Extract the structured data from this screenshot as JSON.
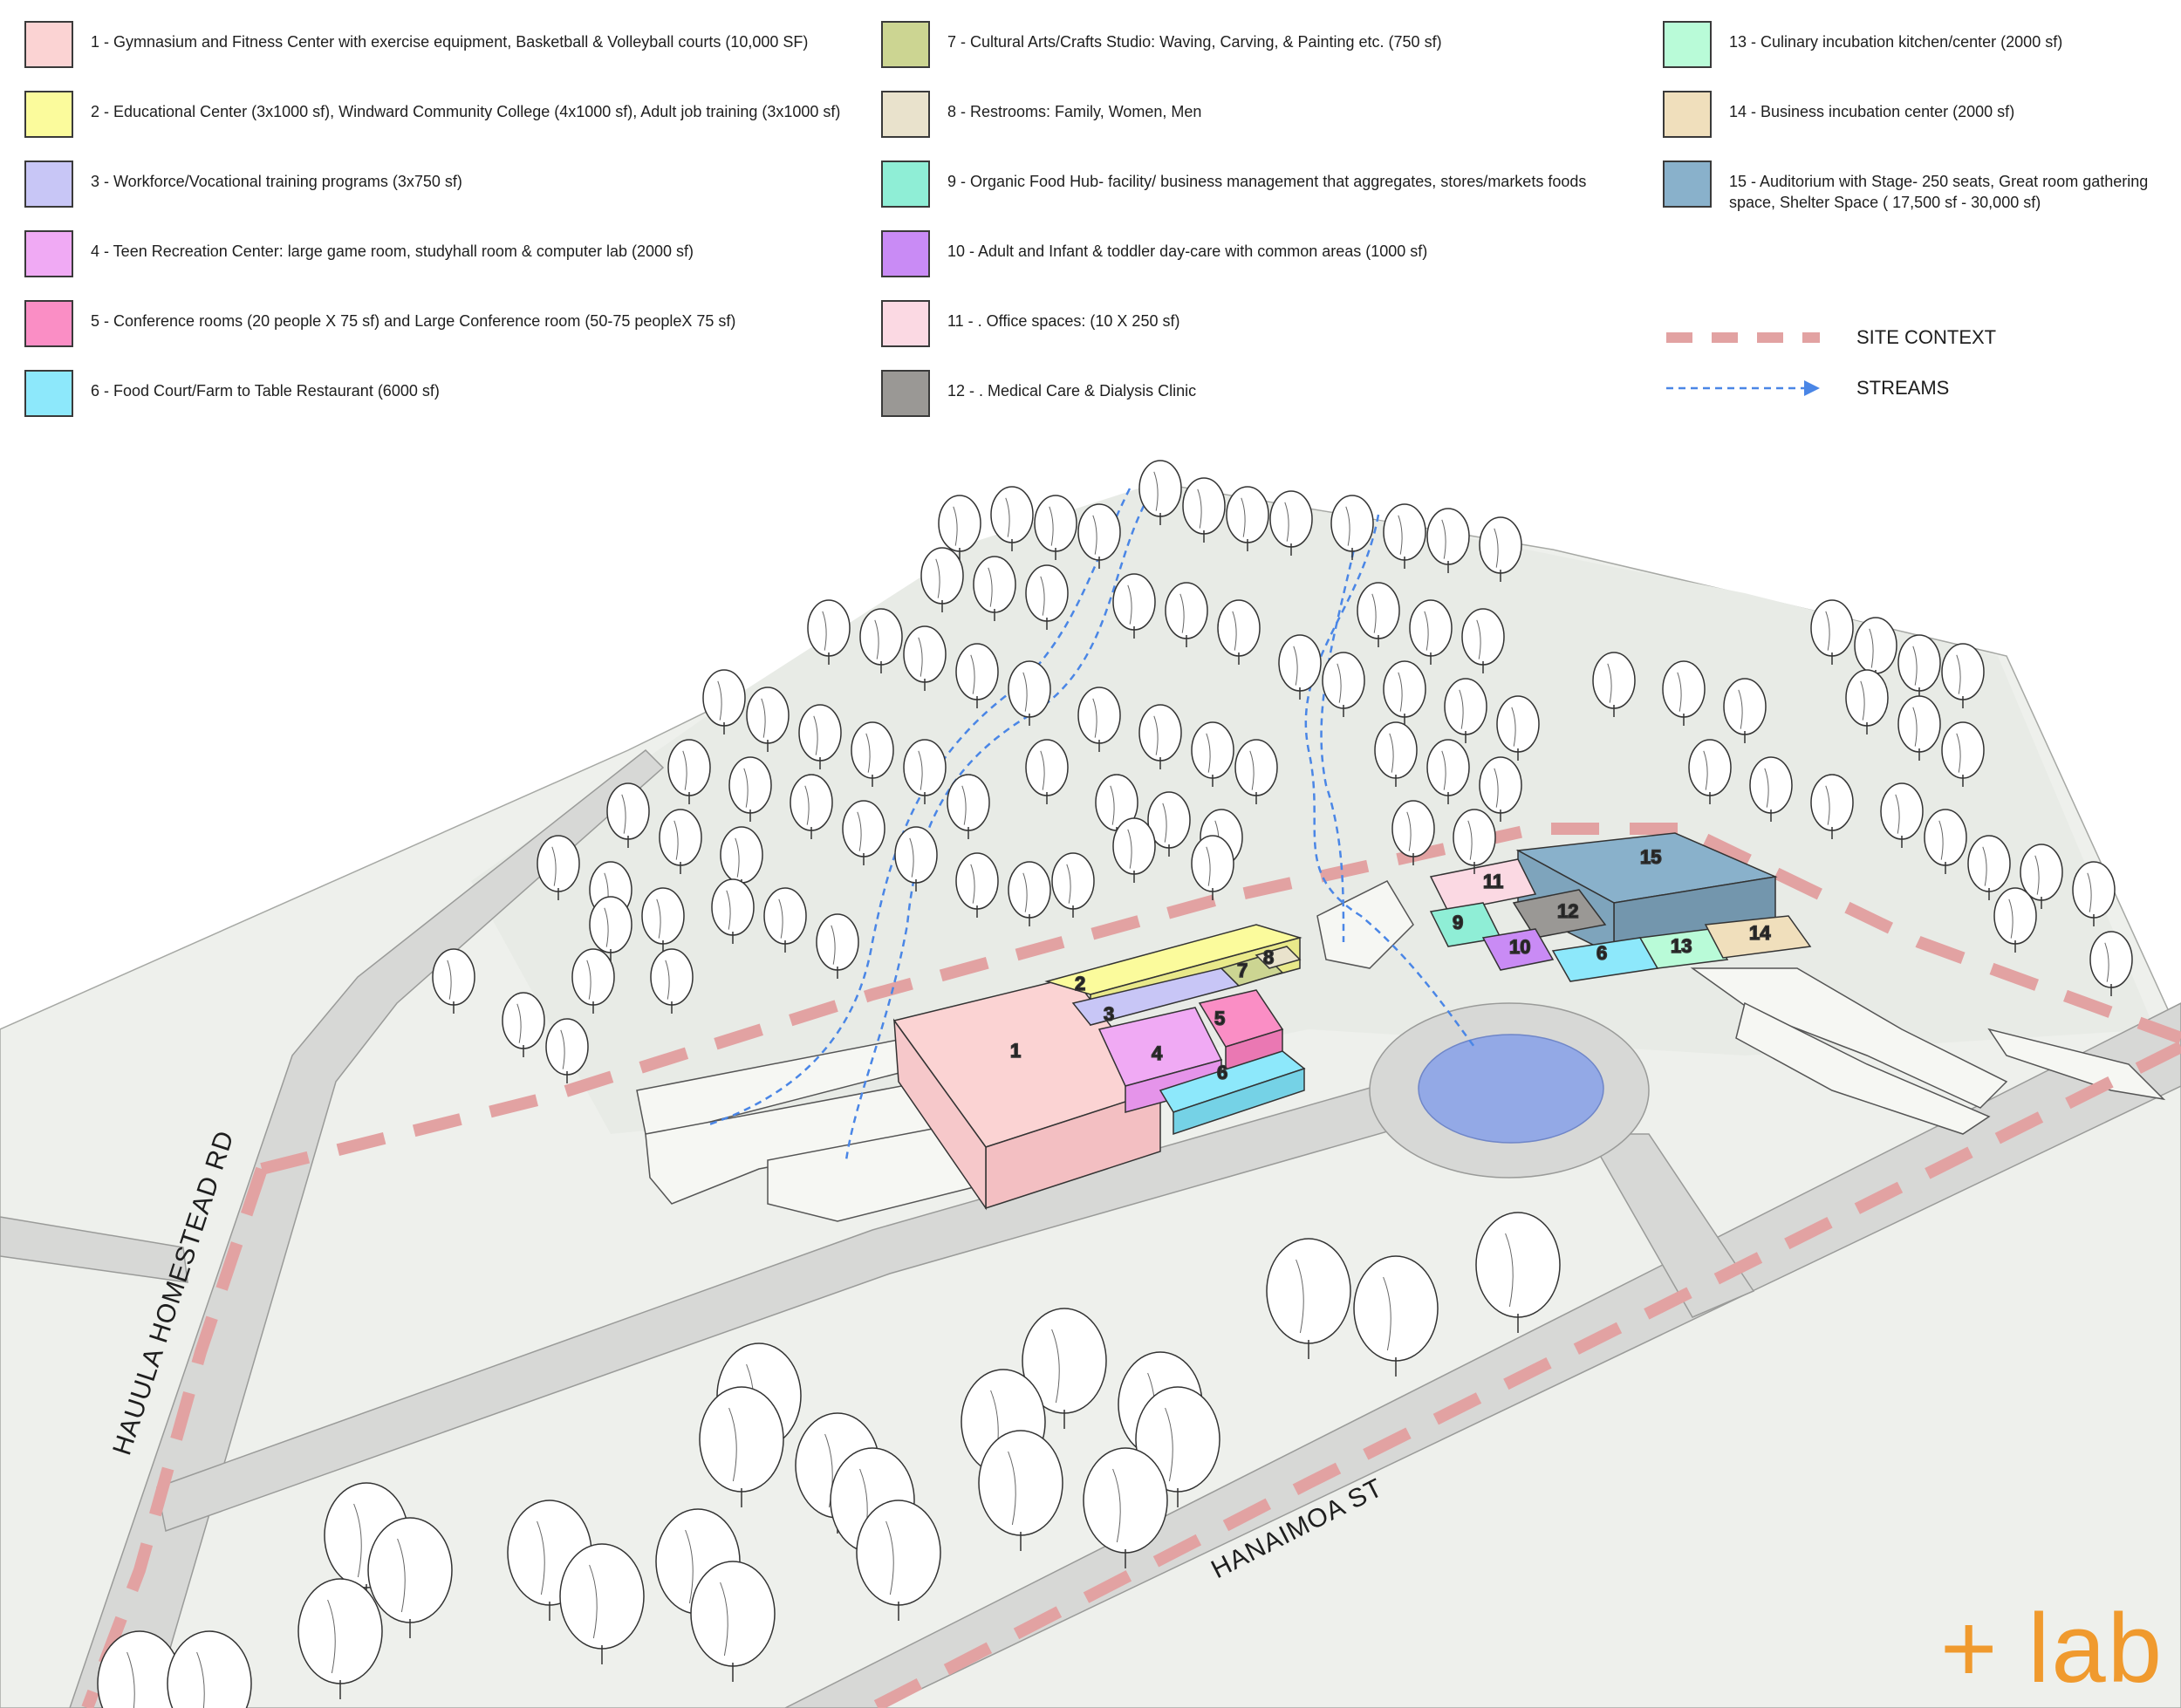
{
  "legend": {
    "items": [
      {
        "num": "1",
        "label": "1 - Gymnasium and Fitness Center with exercise equipment, Basketball & Volleyball courts (10,000 SF)",
        "color": "#fbd3d3"
      },
      {
        "num": "2",
        "label": "2 - Educational Center (3x1000 sf), Windward Community College (4x1000 sf),  Adult job training (3x1000 sf)",
        "color": "#fbfb9c"
      },
      {
        "num": "3",
        "label": "3 - Workforce/Vocational training programs (3x750 sf)",
        "color": "#c8c6f6"
      },
      {
        "num": "4",
        "label": "4 - Teen Recreation Center: large game room, studyhall room & computer lab (2000 sf)",
        "color": "#f0aaf4"
      },
      {
        "num": "5",
        "label": "5 - Conference rooms (20 people X 75 sf) and Large Conference room (50-75 peopleX 75 sf)",
        "color": "#fa8ec5"
      },
      {
        "num": "6",
        "label": "6 - Food Court/Farm to Table Restaurant (6000 sf)",
        "color": "#8de8fb"
      },
      {
        "num": "7",
        "label": "7 - Cultural Arts/Crafts Studio: Waving, Carving, & Painting etc. (750  sf)",
        "color": "#ccd592"
      },
      {
        "num": "8",
        "label": "8 - Restrooms: Family, Women, Men",
        "color": "#e9e2cc"
      },
      {
        "num": "9",
        "label": "9 - Organic Food Hub- facility/ business management that aggregates, stores/markets foods",
        "color": "#8feed6"
      },
      {
        "num": "10",
        "label": "10 - Adult and Infant & toddler day-care with common areas (1000 sf)",
        "color": "#c98bf5"
      },
      {
        "num": "11",
        "label": "11 - . Office spaces: (10 X 250 sf)",
        "color": "#fbd9e3"
      },
      {
        "num": "12",
        "label": "12 - . Medical Care & Dialysis Clinic",
        "color": "#9a9895"
      },
      {
        "num": "13",
        "label": "13 - Culinary incubation kitchen/center (2000  sf)",
        "color": "#b9fbd8"
      },
      {
        "num": "14",
        "label": "14 - Business incubation center (2000  sf)",
        "color": "#f0dfbc"
      },
      {
        "num": "15",
        "label": "15 - Auditorium with Stage- 250 seats,  Great room gathering space, Shelter Space ( 17,500 sf - 30,000 sf)",
        "color": "#89b1cb"
      }
    ],
    "site_context_label": "SITE CONTEXT",
    "streams_label": "STREAMS",
    "site_context_color": "#e2a2a2",
    "streams_color": "#4a86e6"
  },
  "map": {
    "road_labels": {
      "hauula": "HAUULA HOMESTEAD RD",
      "hanaimoa": "HANAIMOA ST"
    },
    "buildings": {
      "b1": "1",
      "b2": "2",
      "b3": "3",
      "b4": "4",
      "b5": "5",
      "b6": "6",
      "b7": "7",
      "b8": "8",
      "b9": "9",
      "b10": "10",
      "b11": "11",
      "b12": "12",
      "b13": "13",
      "b14": "14",
      "b15": "15",
      "b6b": "6"
    },
    "pond_color": "#93a9e6",
    "ground_color": "#eef0ec",
    "road_color": "#d7d8d6"
  },
  "brand": "+ lab"
}
